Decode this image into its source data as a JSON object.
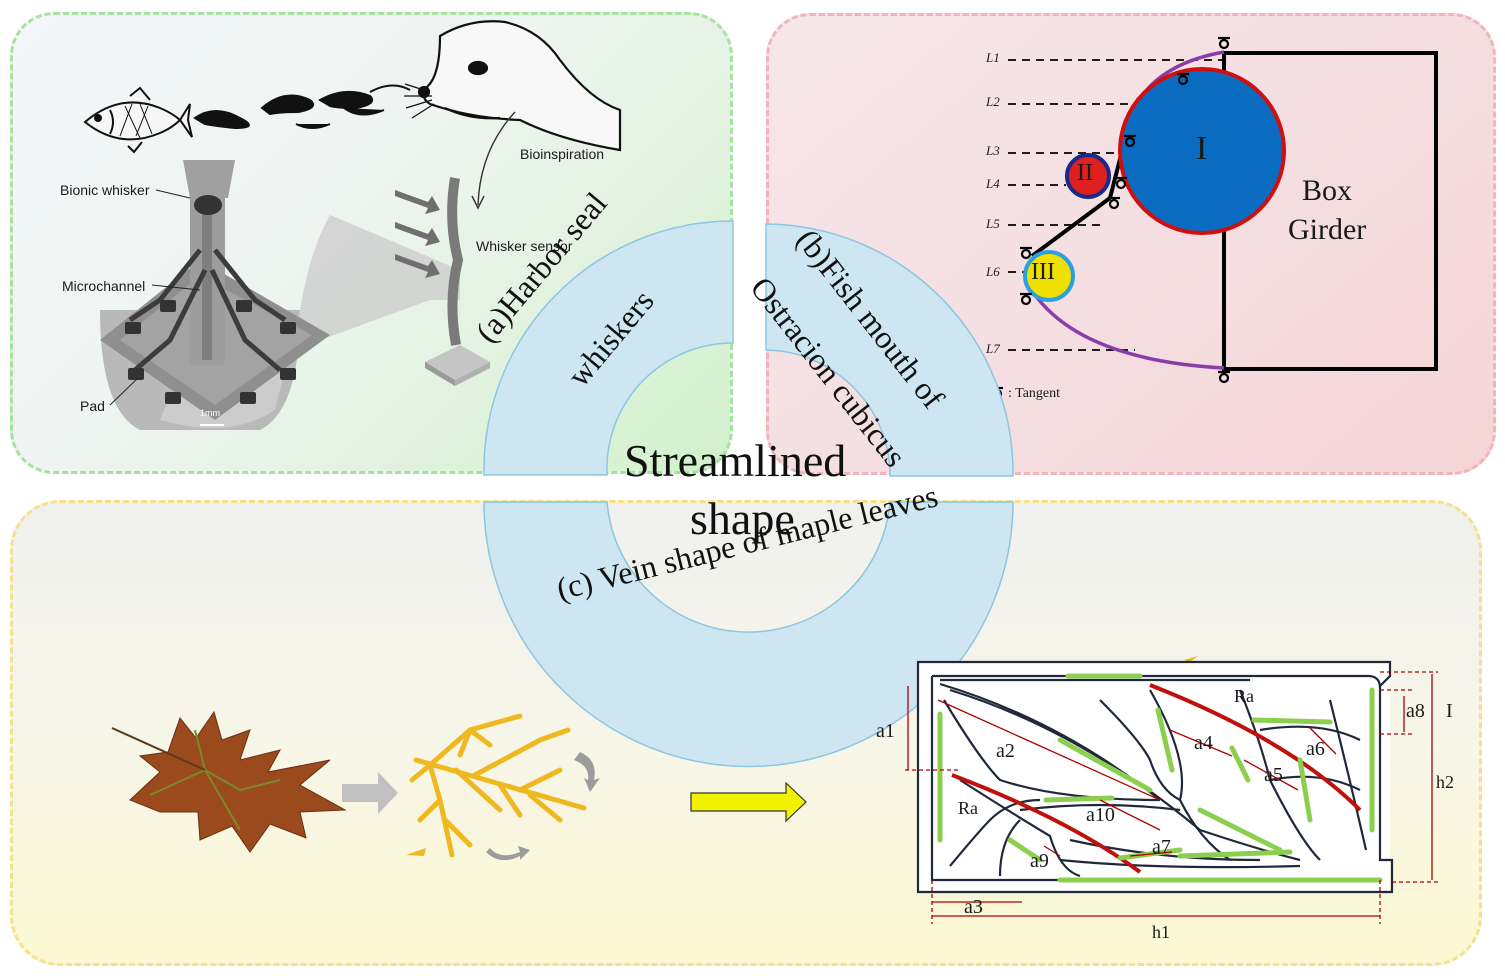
{
  "center": {
    "title_line1": "Streamlined",
    "title_line2": "shape"
  },
  "ring_labels": {
    "a_line1": "(a)Harbor seal",
    "a_line2": "whiskers",
    "b_line1": "(b)Fish mouth of",
    "b_line2": "Ostracion cubicus",
    "c_label": "(c) Vein shape of maple leaves"
  },
  "panel_a": {
    "bioinspiration": "Bioinspiration",
    "bionic_whisker": "Bionic whisker",
    "microchannel": "Microchannel",
    "pad": "Pad",
    "whisker_sensor": "Whisker sensor",
    "scale_bar": "1mm"
  },
  "panel_b": {
    "L1": "L1",
    "L2": "L2",
    "L3": "L3",
    "L4": "L4",
    "L5": "L5",
    "L6": "L6",
    "L7": "L7",
    "circle_I": "I",
    "circle_II": "II",
    "circle_III": "III",
    "box_line1": "Box",
    "box_line2": "Girder",
    "legend_symbol": "σ",
    "legend_text": ": Tangent"
  },
  "panel_c": {
    "a1": "a1",
    "a2": "a2",
    "a3": "a3",
    "a4": "a4",
    "a5": "a5",
    "a6": "a6",
    "a7": "a7",
    "a8": "a8",
    "a9": "a9",
    "a10": "a10",
    "Ra_top": "Ra",
    "Ra_left": "Ra",
    "h1": "h1",
    "h2": "h2",
    "I": "I"
  },
  "colors": {
    "panel_a_border": "#a6e3a1",
    "panel_b_border": "#f0b4ba",
    "panel_c_border": "#f5e08e",
    "ring_fill": "#cde6f2",
    "circle_I": "#0a6cc0",
    "circle_II": "#e02020",
    "circle_III": "#f0e000",
    "ring_red": "#d01010",
    "curve_purple": "#8a3ca8",
    "dimension_red": "#b00000",
    "green_arrow": "#8ccf4e",
    "yellow_arrow": "#f2f200",
    "maple_vein": "#f0b820"
  }
}
